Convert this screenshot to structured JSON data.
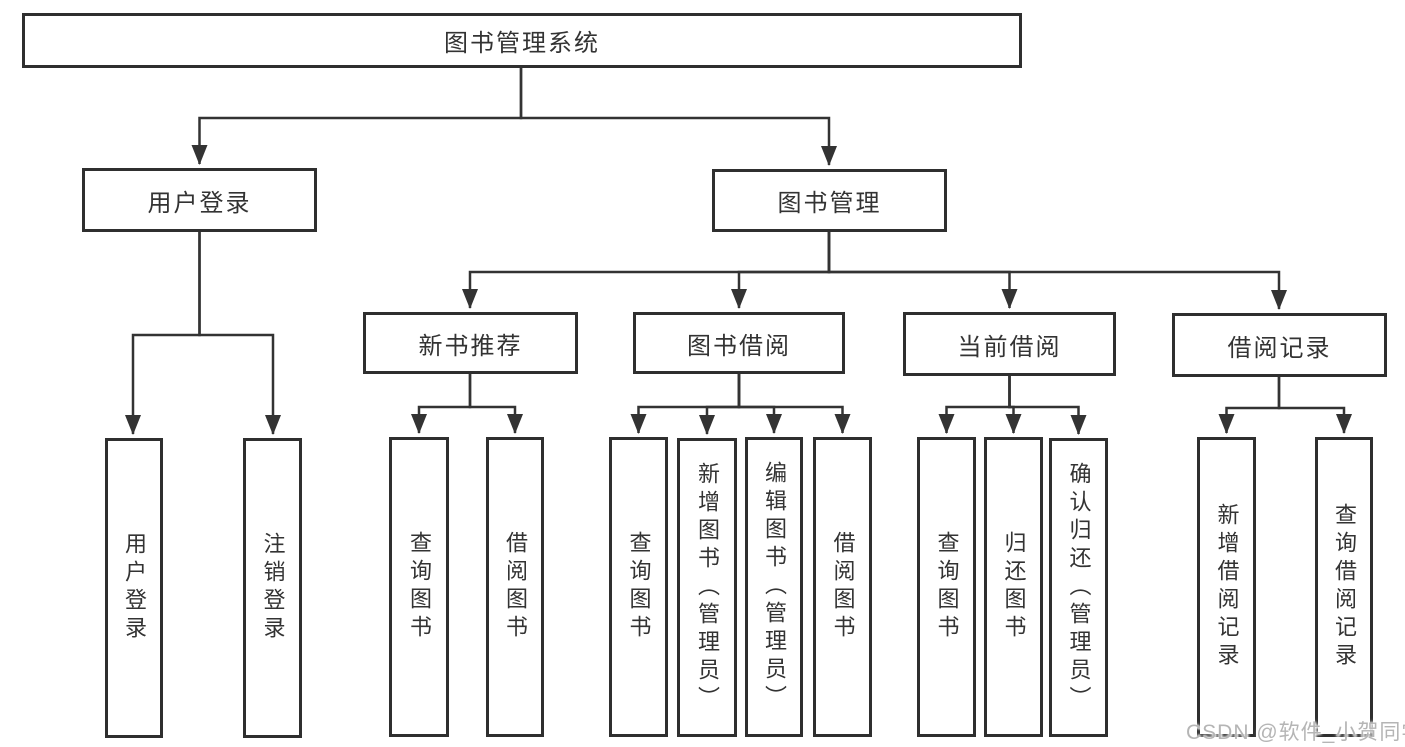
{
  "page": {
    "background": "#ffffff",
    "line_color": "#333333",
    "box_border_color": "#2f2f2f",
    "text_color": "#333333"
  },
  "diagram": {
    "type": "hierarchy",
    "tree": {
      "label": "图书管理系统",
      "children": [
        {
          "label": "用户登录",
          "children": [
            {
              "label": "用户登录"
            },
            {
              "label": "注销登录"
            }
          ]
        },
        {
          "label": "图书管理",
          "children": [
            {
              "label": "新书推荐",
              "children": [
                {
                  "label": "查询图书"
                },
                {
                  "label": "借阅图书"
                }
              ]
            },
            {
              "label": "图书借阅",
              "children": [
                {
                  "label": "查询图书"
                },
                {
                  "label": "新增图书（管理员）"
                },
                {
                  "label": "编辑图书（管理员）"
                },
                {
                  "label": "借阅图书"
                }
              ]
            },
            {
              "label": "当前借阅",
              "children": [
                {
                  "label": "查询图书"
                },
                {
                  "label": "归还图书"
                },
                {
                  "label": "确认归还（管理员）"
                }
              ]
            },
            {
              "label": "借阅记录",
              "children": [
                {
                  "label": "新增借阅记录"
                },
                {
                  "label": "查询借阅记录"
                }
              ]
            }
          ]
        }
      ]
    }
  },
  "watermark": {
    "text": "CSDN @软件_小贺同学"
  }
}
